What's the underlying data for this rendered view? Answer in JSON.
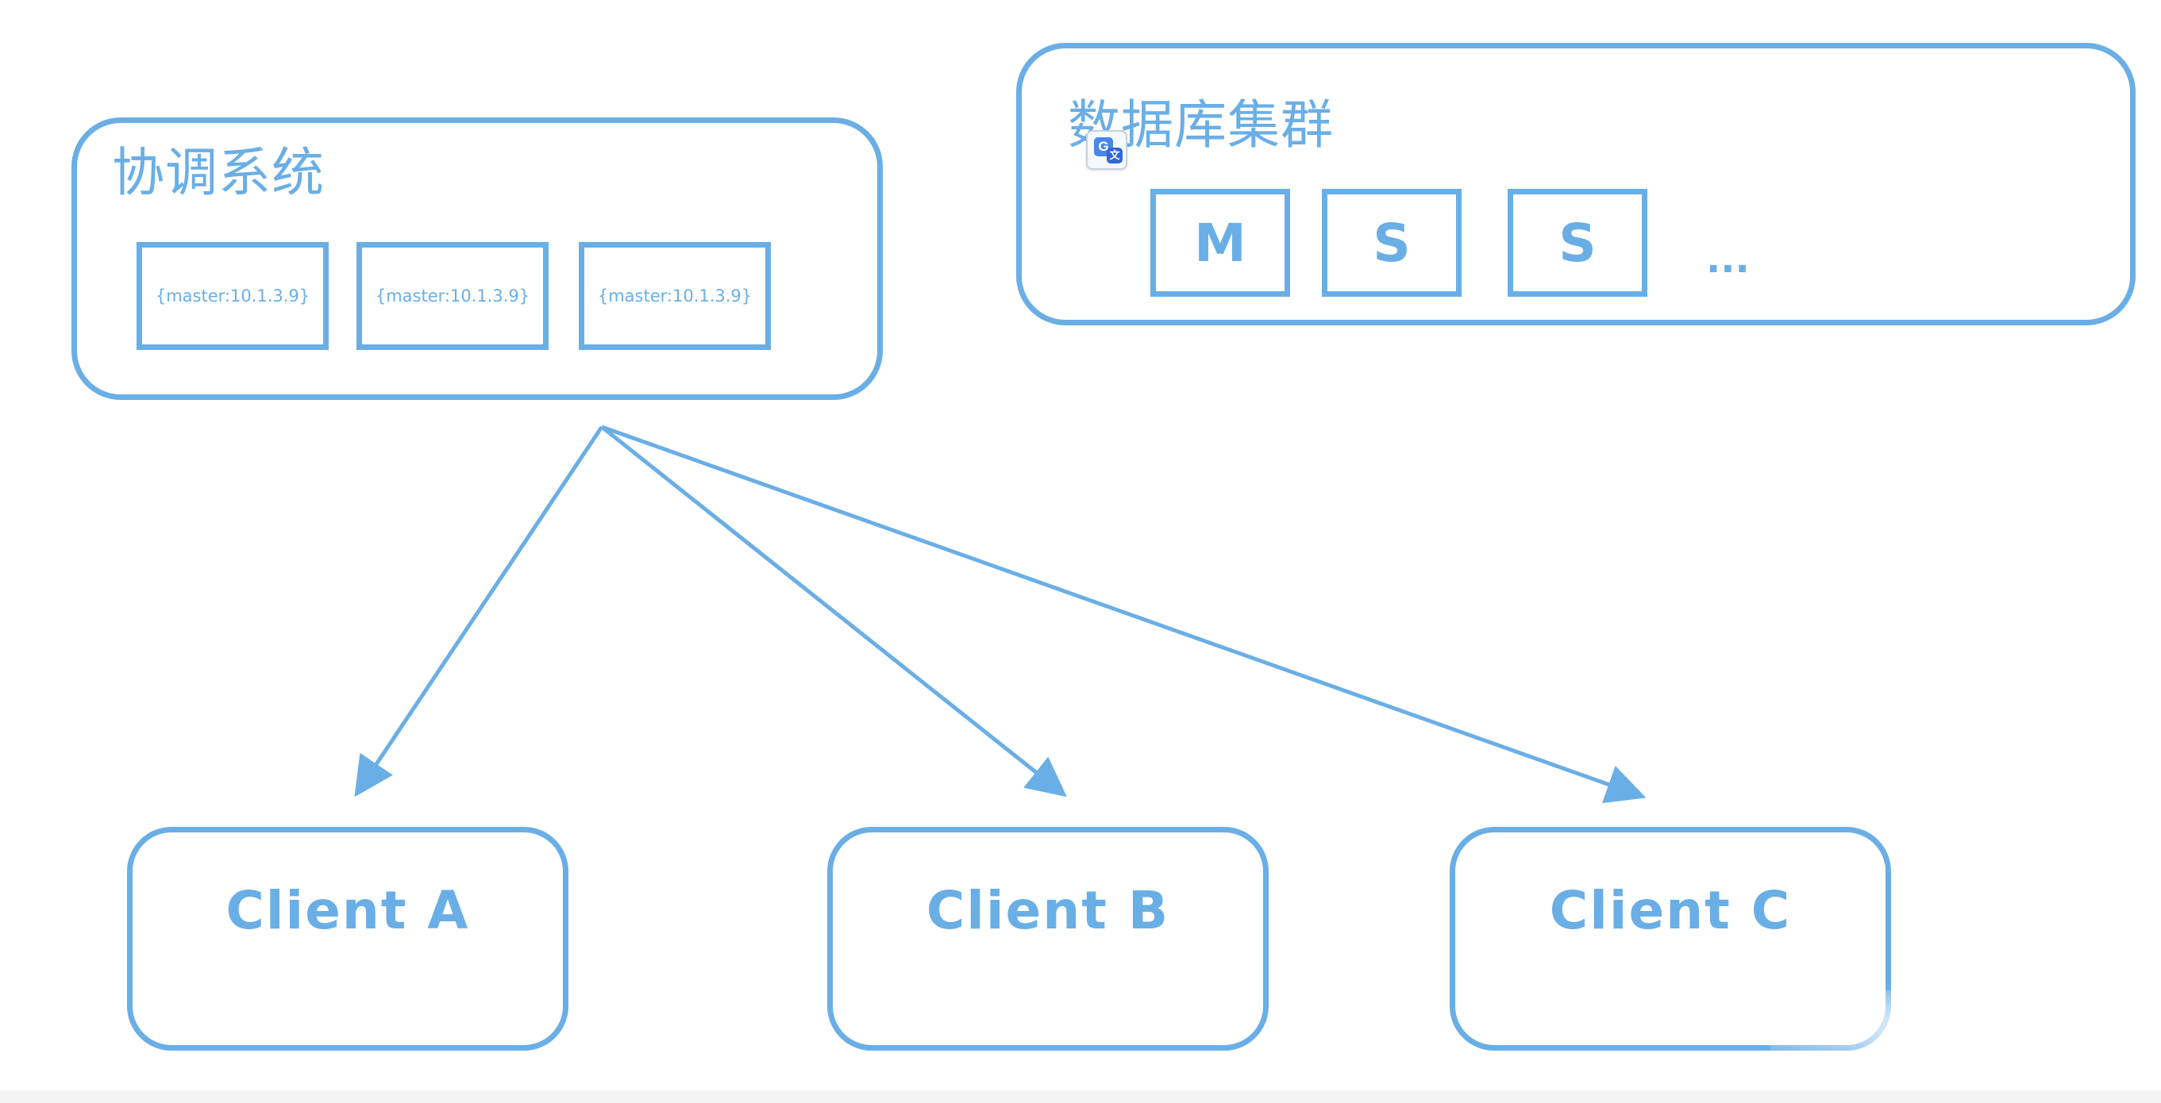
{
  "coordination": {
    "title": "协调系统",
    "kv_entries": [
      "{master:10.1.3.9}",
      "{master:10.1.3.9}",
      "{master:10.1.3.9}"
    ]
  },
  "database_cluster": {
    "title": "数据库集群",
    "nodes": [
      "M",
      "S",
      "S"
    ],
    "more": "..."
  },
  "clients": [
    {
      "label": "Client A"
    },
    {
      "label": "Client B"
    },
    {
      "label": "Client C"
    }
  ],
  "colors": {
    "stroke": "#6aaee6",
    "background": "#ffffff"
  },
  "icons": {
    "translate": "translate-icon"
  }
}
